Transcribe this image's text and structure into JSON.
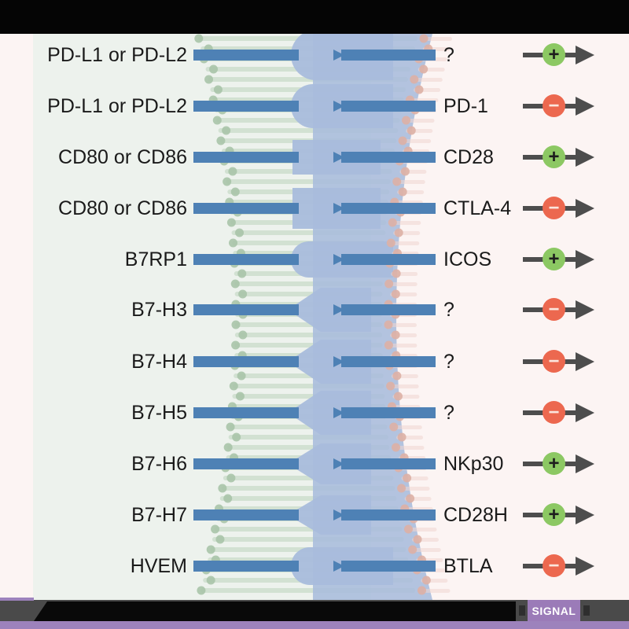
{
  "rows": [
    {
      "ligand": "PD-L1 or PD-L2",
      "receptor": "?",
      "signal": "positive"
    },
    {
      "ligand": "PD-L1 or PD-L2",
      "receptor": "PD-1",
      "signal": "negative"
    },
    {
      "ligand": "CD80 or CD86",
      "receptor": "CD28",
      "signal": "positive"
    },
    {
      "ligand": "CD80 or CD86",
      "receptor": "CTLA-4",
      "signal": "negative"
    },
    {
      "ligand": "B7RP1",
      "receptor": "ICOS",
      "signal": "positive"
    },
    {
      "ligand": "B7-H3",
      "receptor": "?",
      "signal": "negative"
    },
    {
      "ligand": "B7-H4",
      "receptor": "?",
      "signal": "negative"
    },
    {
      "ligand": "B7-H5",
      "receptor": "?",
      "signal": "negative"
    },
    {
      "ligand": "B7-H6",
      "receptor": "NKp30",
      "signal": "positive"
    },
    {
      "ligand": "B7-H7",
      "receptor": "CD28H",
      "signal": "positive"
    },
    {
      "ligand": "HVEM",
      "receptor": "BTLA",
      "signal": "negative"
    }
  ],
  "footer": {
    "signal_label": "SIGNAL"
  },
  "icons": {
    "positive_sign": "+",
    "negative_sign": "−"
  },
  "colors": {
    "positive": "#8cc863",
    "negative": "#ec684f",
    "bar_blue": "#4e81b5",
    "band_blue": "#a9bcdc",
    "membrane_green_tail": "#b8d0b8",
    "membrane_green_head": "#a9c4a8",
    "membrane_pink_head": "#ddb0a5",
    "membrane_pink_tail": "#eed6cf",
    "left_cell_bg": "#edf2ed",
    "right_cell_bg": "#fcf4f3",
    "arrow_gray": "#4d4d4d",
    "accent_purple": "#9b7bb8"
  }
}
